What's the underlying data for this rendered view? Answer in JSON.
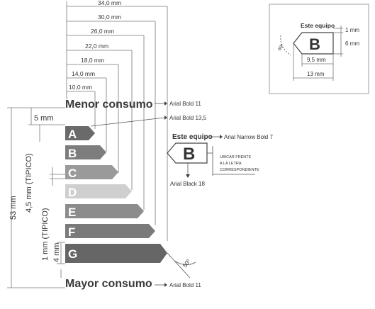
{
  "dimensions_top": [
    "34,0 mm",
    "30,0 mm",
    "26,0 mm",
    "22,0 mm",
    "18,0 mm",
    "14,0 mm",
    "10,0 mm"
  ],
  "labels": {
    "menor": "Menor consumo",
    "mayor": "Mayor consumo",
    "font_menor": "Arial Bold 11",
    "font_bar": "Arial Bold 13,5",
    "font_mayor": "Arial Bold 11",
    "este_equipo": "Este equipo",
    "font_este": "Arial Narrow Bold 7",
    "ubicar": [
      "UBICAR FRENTE",
      "A LA LETRA",
      "CORRESPONDIENTE"
    ],
    "font_arrow": "Arial Black 18",
    "angle": "50º"
  },
  "side_dims": {
    "five": "5 mm",
    "fiftythree": "53 mm",
    "fourfive": "4,5 mm (TIPICO)",
    "one": "1 mm (TIPICO)",
    "four": "4 mm"
  },
  "bars": [
    {
      "letter": "A",
      "color": "#6a6a6a"
    },
    {
      "letter": "B",
      "color": "#7d7d7d"
    },
    {
      "letter": "C",
      "color": "#9a9a9a"
    },
    {
      "letter": "D",
      "color": "#cfcfcf"
    },
    {
      "letter": "E",
      "color": "#8c8c8c"
    },
    {
      "letter": "F",
      "color": "#7a7a7a"
    },
    {
      "letter": "G",
      "color": "#666666"
    }
  ],
  "marker": {
    "letter": "B"
  },
  "inset": {
    "title": "Este equipo",
    "letter": "B",
    "angle": "60º",
    "d1": "1 mm",
    "d2": "6 mm",
    "d3": "9,5 mm",
    "d4": "13 mm"
  }
}
